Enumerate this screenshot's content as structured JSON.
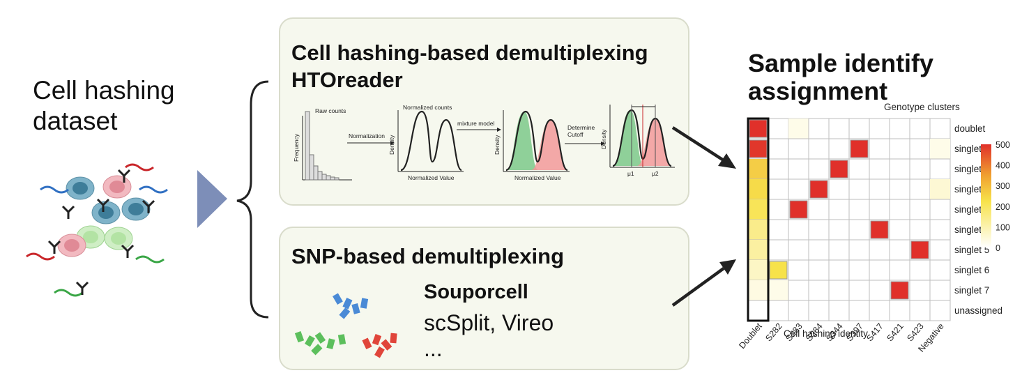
{
  "left": {
    "title_line1": "Cell hashing",
    "title_line2": "dataset"
  },
  "hashing": {
    "title_line1": "Cell hashing-based demultiplexing",
    "title_line2": "HTOreader",
    "plot1_label": "Raw counts",
    "plot1_ylabel": "Frequency",
    "step1": "Normalization",
    "plot2_label": "Normalized counts",
    "plot2_ylabel": "Density",
    "plot2_xlabel": "Normalized Value",
    "step2": "mixture model",
    "plot3_ylabel": "Density",
    "plot3_xlabel": "Normalized Value",
    "step3_line1": "Determine",
    "step3_line2": "Cutoff",
    "plot4_ylabel": "Density",
    "mu1": "μ1",
    "mu2": "μ2"
  },
  "snp": {
    "title": "SNP-based demultiplexing",
    "tool1": "Souporcell",
    "tool2": "scSplit, Vireo",
    "tool3": "..."
  },
  "result": {
    "title_line1": "Sample identify",
    "title_line2": "assignment"
  },
  "chart_data": {
    "type": "heatmap",
    "title": "",
    "xlabel": "Cell hashing identity",
    "ylabel": "Genotype clusters",
    "x": [
      "Doublet",
      "S282",
      "S283",
      "S284",
      "S344",
      "S397",
      "S417",
      "S421",
      "S423",
      "Negative"
    ],
    "y": [
      "doublet",
      "singlet 0",
      "singlet 1",
      "singlet 2",
      "singlet 3",
      "singlet 4",
      "singlet 5",
      "singlet 6",
      "singlet 7",
      "unassigned"
    ],
    "values": [
      [
        500,
        0,
        20,
        0,
        0,
        0,
        0,
        0,
        0,
        0
      ],
      [
        490,
        0,
        0,
        0,
        0,
        500,
        0,
        0,
        0,
        25
      ],
      [
        280,
        0,
        0,
        0,
        500,
        0,
        0,
        0,
        0,
        0
      ],
      [
        260,
        0,
        0,
        500,
        0,
        0,
        0,
        0,
        0,
        60
      ],
      [
        230,
        0,
        500,
        0,
        0,
        0,
        0,
        0,
        0,
        0
      ],
      [
        160,
        0,
        0,
        0,
        0,
        0,
        500,
        0,
        0,
        0
      ],
      [
        130,
        0,
        0,
        0,
        0,
        0,
        0,
        0,
        500,
        0
      ],
      [
        80,
        250,
        0,
        0,
        0,
        0,
        0,
        0,
        0,
        0
      ],
      [
        40,
        30,
        0,
        0,
        0,
        0,
        0,
        500,
        0,
        0
      ],
      [
        0,
        0,
        0,
        0,
        0,
        0,
        0,
        0,
        0,
        0
      ]
    ],
    "highlighted": [
      [
        0,
        0
      ],
      [
        1,
        0
      ],
      [
        1,
        5
      ],
      [
        2,
        4
      ],
      [
        3,
        3
      ],
      [
        4,
        2
      ],
      [
        5,
        6
      ],
      [
        6,
        8
      ],
      [
        7,
        1
      ],
      [
        8,
        7
      ]
    ],
    "colorbar": {
      "ticks": [
        500,
        400,
        300,
        200,
        100,
        0
      ],
      "range": [
        0,
        500
      ]
    },
    "colors": {
      "low": "#ffffff",
      "mid": "#f7e24a",
      "high": "#e0302a"
    }
  }
}
